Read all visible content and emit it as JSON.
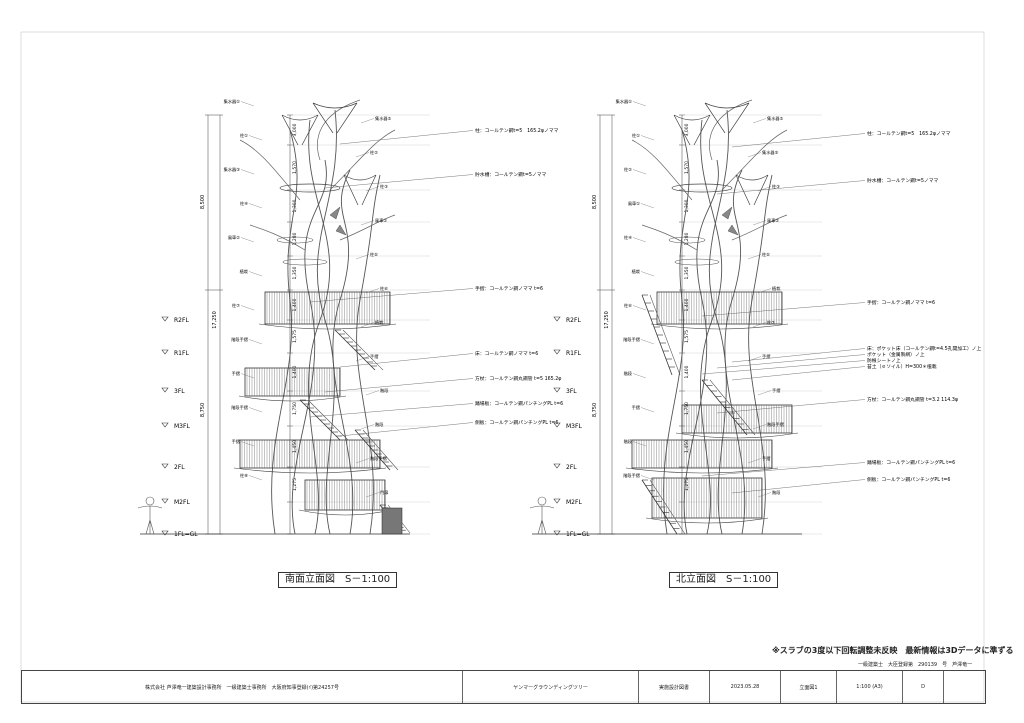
{
  "levels": [
    "R2FL",
    "R1FL",
    "3FL",
    "M3FL",
    "2FL",
    "M2FL",
    "1FL=GL"
  ],
  "dims_outer": [
    "8,500",
    "17,250",
    "8,750"
  ],
  "dims_inner": [
    "3,000",
    "1,570",
    "1,300",
    "1,280",
    "1,350",
    "1,400",
    "1,575",
    "1,400",
    "1,750",
    "1,450",
    "1,275"
  ],
  "south": {
    "caption": "南面立面図　S－1:100",
    "labels": [
      "集水器①",
      "集水器②",
      "柱①",
      "柱②",
      "集水器③",
      "柱③",
      "柱④",
      "風車①",
      "風車②",
      "柱⑤",
      "植栽",
      "柱⑥",
      "柱⑦",
      "植栽",
      "階段手摺",
      "手摺",
      "手摺",
      "階段",
      "階段手摺",
      "階段",
      "手摺",
      "階段手摺",
      "柱⑧",
      "門扉"
    ],
    "callouts": [
      "柱：コールテン鋼t=5　165.2φノママ",
      "貯水槽：コールテン鋼t=5ノママ",
      "手摺：コールテン鋼ノママ t=6",
      "床：コールテン鋼ノママ t=6",
      "方杖：コールテン鋼丸鋼管 t=5 165.2φ",
      "踊場板：コールテン鋼パンチングPL t=6",
      "側板：コールテン鋼パンチングPL t=6"
    ]
  },
  "north": {
    "caption": "北立面図　S－1:100",
    "labels": [
      "集水器①",
      "集水器②",
      "柱①",
      "集水器③",
      "柱②",
      "柱③",
      "風車①",
      "風車②",
      "柱④",
      "柱⑤",
      "植栽",
      "植栽",
      "柱⑥",
      "柱⑦",
      "階段手摺",
      "手摺",
      "階段",
      "手摺",
      "手摺",
      "階段手摺",
      "階段",
      "手摺",
      "階段手摺",
      "階段"
    ],
    "callouts": [
      "柱：コールテン鋼t=5　165.2φノママ",
      "貯水槽：コールテン鋼t=5ノママ",
      "手摺：コールテン鋼ノママ t=6",
      "床：ポケット床（コールテン鋼t=4.5孔開加工）ノ上",
      "ポケット（金属製網）ノ上",
      "防根シートノ上",
      "苔土（ｅソイル）H=300＊植栽",
      "方杖：コールテン鋼丸鋼管 t=3.2 114.3φ",
      "踊場板：コールテン鋼パンチングPL t=6",
      "側板：コールテン鋼パンチングPL t=6"
    ]
  },
  "note": "※スラブの3度以下回転調整未反映　最新情報は3Dデータに準ずる",
  "registration": "一級建築士　大臣登録第　290139　号　芦澤竜一",
  "titleblock": {
    "office": "株式会社 芦澤竜一建築設計事務所　一級建築士事務所　大阪府知事登録(ｲ)第24257号",
    "project": "ヤンマーグラウンディングツリー",
    "doc_type": "実施設計図書",
    "date": "2023.05.28",
    "sheet_name": "立面図1",
    "scale": "1:100 (A3)",
    "sheet_no": "D"
  }
}
